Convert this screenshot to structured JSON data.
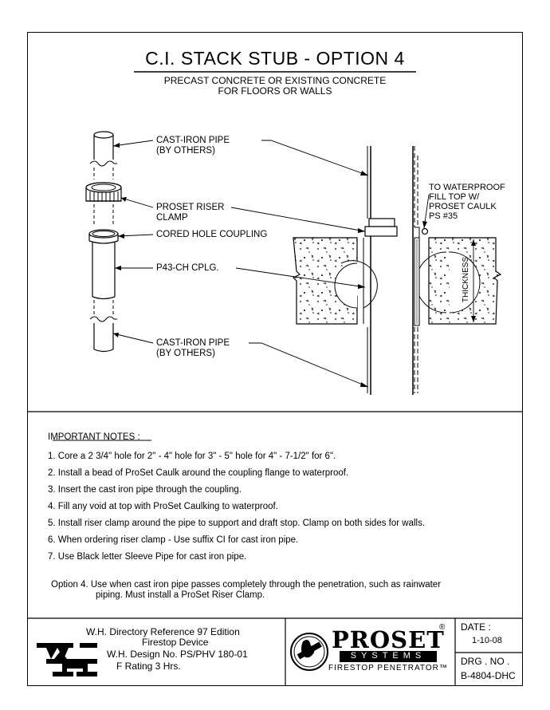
{
  "title": "C.I. STACK STUB - OPTION 4",
  "subtitle_line1": "PRECAST CONCRETE OR EXISTING CONCRETE",
  "subtitle_line2": "FOR FLOORS OR WALLS",
  "labels": {
    "cast_iron_pipe_top": "CAST-IRON PIPE",
    "by_others_top": "(BY OTHERS)",
    "riser_clamp_1": "PROSET RISER",
    "riser_clamp_2": "CLAMP",
    "cored_hole": "CORED HOLE COUPLING",
    "p43": "P43-CH CPLG.",
    "cast_iron_pipe_bottom": "CAST-IRON PIPE",
    "by_others_bottom": "(BY OTHERS)",
    "waterproof_1": "TO WATERPROOF",
    "waterproof_2": "FILL TOP W/",
    "waterproof_3": "PROSET CAULK",
    "waterproof_4": "PS #35",
    "thickness": "THICKNESS"
  },
  "notes_heading": "IMPORTANT NOTES :",
  "notes": [
    "1.  Core a 2 3/4\" hole for 2\" - 4\" hole for 3\" - 5\" hole for 4\" -  7-1/2\" for 6\".",
    "2.  Install a bead of ProSet Caulk around the coupling flange to waterproof.",
    "3.  Insert the cast iron pipe through the coupling.",
    "4.  Fill any void at top with ProSet Caulking to waterproof.",
    "5.  Install riser clamp around the pipe to support and draft stop. Clamp on both sides for walls.",
    "6.  When ordering riser clamp - Use suffix CI for cast iron pipe.",
    "7.  Use Black letter Sleeve Pipe for cast iron pipe."
  ],
  "option_line1": "Option 4. Use when cast iron pipe passes completely through the penetration, such as rainwater",
  "option_line2": "piping. Must install a ProSet Riser Clamp.",
  "titleblock": {
    "line1": "W.H. Directory Reference 97 Edition",
    "line2": "Firestop Device",
    "line3": "W.H. Design No. PS/PHV 180-01",
    "line4": "F Rating 3 Hrs.",
    "brand": "PROSET",
    "brand_sub": "SYSTEMS",
    "tagline": "FIRESTOP PENETRATOR™",
    "registered": "®",
    "date_label": "DATE :",
    "date_value": "1-10-08",
    "drg_label": "DRG . NO .",
    "drg_value": "B-4804-DHC"
  }
}
